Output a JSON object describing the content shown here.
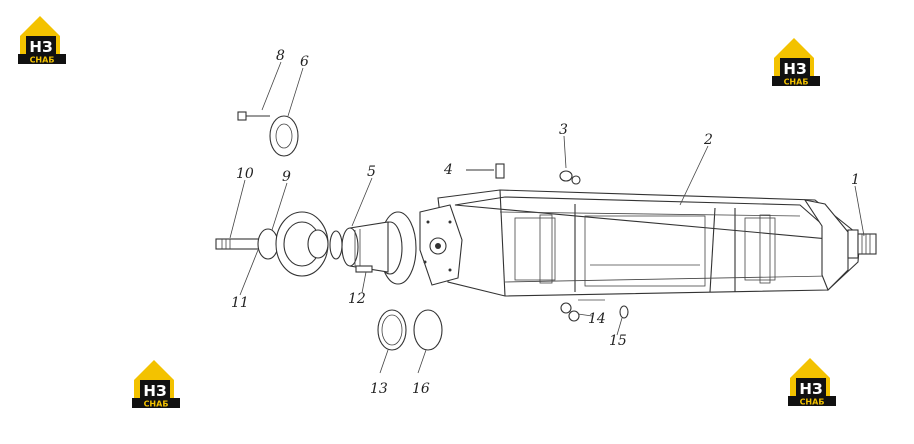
{
  "logos": [
    {
      "id": "top-left",
      "letters": "НЗ",
      "word": "СНАБ"
    },
    {
      "id": "top-right",
      "letters": "НЗ",
      "word": "СНАБ"
    },
    {
      "id": "bottom-left",
      "letters": "НЗ",
      "word": "СНАБ"
    },
    {
      "id": "bottom-right",
      "letters": "НЗ",
      "word": "СНАБ"
    }
  ],
  "colors": {
    "logo_yellow": "#f3c200",
    "logo_black": "#111111",
    "line": "#333333"
  },
  "callouts": {
    "c1": "1",
    "c2": "2",
    "c3": "3",
    "c4": "4",
    "c5": "5",
    "c6": "6",
    "c7": "8",
    "c8": "9",
    "c9": "10",
    "c10": "11",
    "c11": "12",
    "c12": "13",
    "c13": "14",
    "c14": "15",
    "c15": "16"
  }
}
